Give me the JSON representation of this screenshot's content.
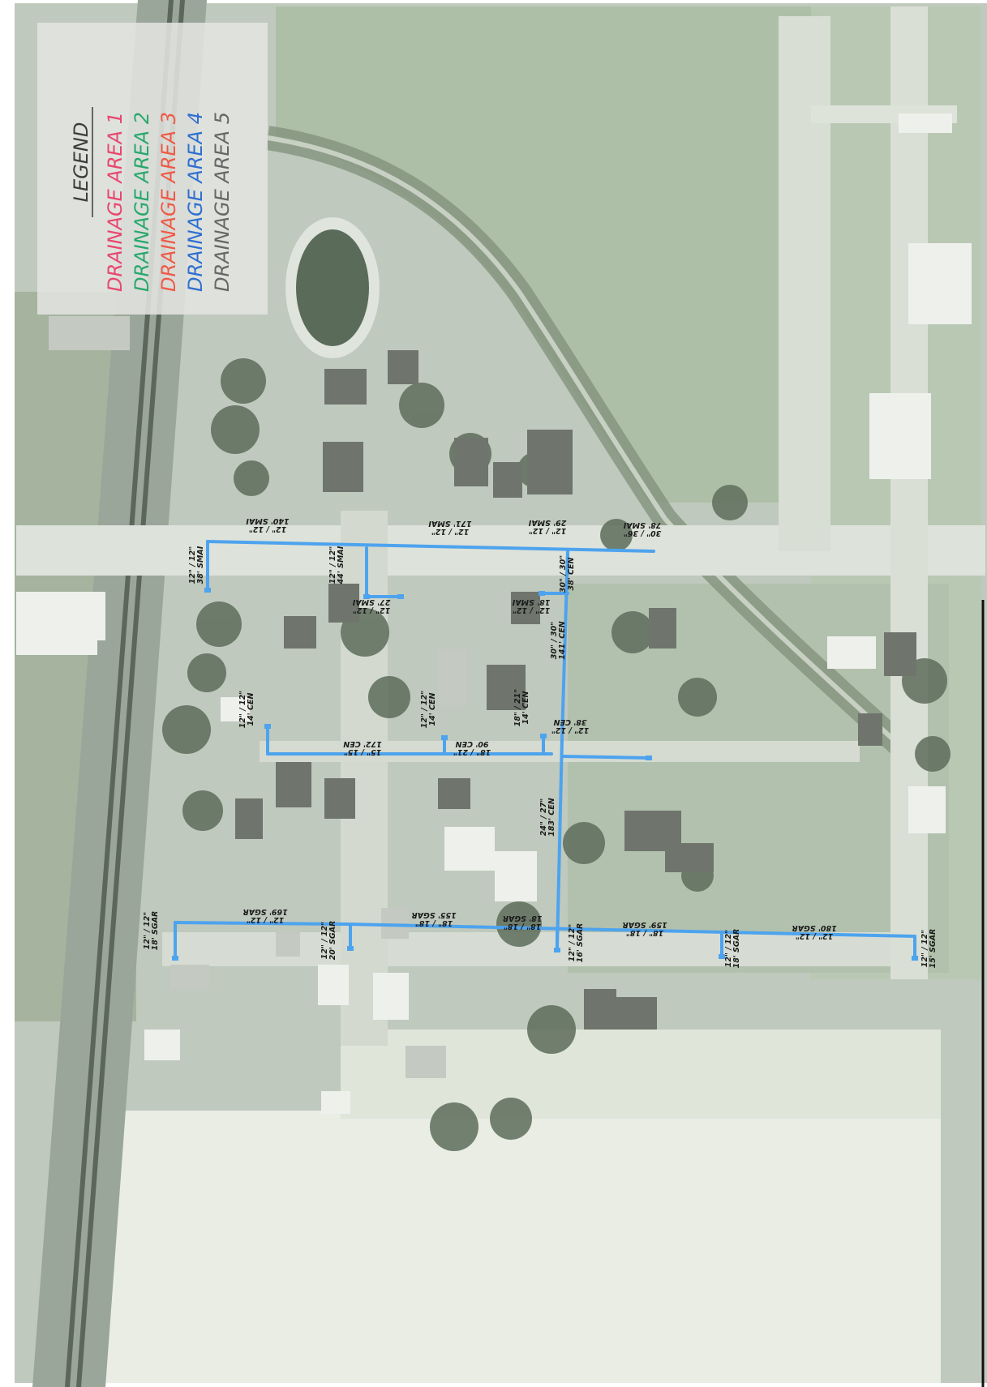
{
  "legend": {
    "title": "LEGEND",
    "entries": [
      {
        "label": "DRAINAGE AREA",
        "number": "1",
        "color": "#e8466e"
      },
      {
        "label": "DRAINAGE AREA",
        "number": "2",
        "color": "#27a86b"
      },
      {
        "label": "DRAINAGE AREA",
        "number": "3",
        "color": "#ee5a46"
      },
      {
        "label": "DRAINAGE AREA",
        "number": "4",
        "color": "#2e6fd0"
      },
      {
        "label": "DRAINAGE AREA",
        "number": "5",
        "color": "#666666"
      }
    ]
  },
  "pipe_color": "#4da3ee",
  "pipe_labels": [
    {
      "id": "l01",
      "l1": "12\" / 12\"",
      "l2": "140' SMAI"
    },
    {
      "id": "l02",
      "l1": "12\" / 12\"",
      "l2": "38' SMAI"
    },
    {
      "id": "l03",
      "l1": "12\" / 12\"",
      "l2": "171' SMAI"
    },
    {
      "id": "l04",
      "l1": "12\" / 12\"",
      "l2": "44' SMAI"
    },
    {
      "id": "l05",
      "l1": "12\" / 12\"",
      "l2": "29' SMAI"
    },
    {
      "id": "l06",
      "l1": "30\" / 36\"",
      "l2": "78' SMAI"
    },
    {
      "id": "l07",
      "l1": "12\" / 12\"",
      "l2": "27' SMAI"
    },
    {
      "id": "l08",
      "l1": "12\" / 12\"",
      "l2": "18' SMAI"
    },
    {
      "id": "l09",
      "l1": "30\" / 30\"",
      "l2": "38' CEN"
    },
    {
      "id": "l10",
      "l1": "30\" / 30\"",
      "l2": "141' CEN"
    },
    {
      "id": "l11",
      "l1": "12\" / 12\"",
      "l2": "14' CEN"
    },
    {
      "id": "l12",
      "l1": "15\" / 15\"",
      "l2": "172' CEN"
    },
    {
      "id": "l13",
      "l1": "12\" / 12\"",
      "l2": "14' CEN"
    },
    {
      "id": "l14",
      "l1": "18\" / 21\"",
      "l2": "90' CEN"
    },
    {
      "id": "l15",
      "l1": "18\" / 21\"",
      "l2": "14' CEN"
    },
    {
      "id": "l16",
      "l1": "12\" / 12\"",
      "l2": "38' CEN"
    },
    {
      "id": "l17",
      "l1": "24\" / 27\"",
      "l2": "183' CEN"
    },
    {
      "id": "l18",
      "l1": "12\" / 12\"",
      "l2": "18' SGAR"
    },
    {
      "id": "l19",
      "l1": "12\" / 12\"",
      "l2": "169' SGAR"
    },
    {
      "id": "l20",
      "l1": "12\" / 12\"",
      "l2": "20' SGAR"
    },
    {
      "id": "l21",
      "l1": "18\" / 18\"",
      "l2": "155' SGAR"
    },
    {
      "id": "l22",
      "l1": "18\" / 18\"",
      "l2": "18' SGAR"
    },
    {
      "id": "l23",
      "l1": "12\" / 12\"",
      "l2": "16' SGAR"
    },
    {
      "id": "l24",
      "l1": "18\" / 18\"",
      "l2": "159' SGAR"
    },
    {
      "id": "l25",
      "l1": "12\" / 12\"",
      "l2": "18' SGAR"
    },
    {
      "id": "l26",
      "l1": "12\" / 12\"",
      "l2": "180' SGAR"
    },
    {
      "id": "l27",
      "l1": "12\" / 12\"",
      "l2": "15' SGAR"
    }
  ]
}
